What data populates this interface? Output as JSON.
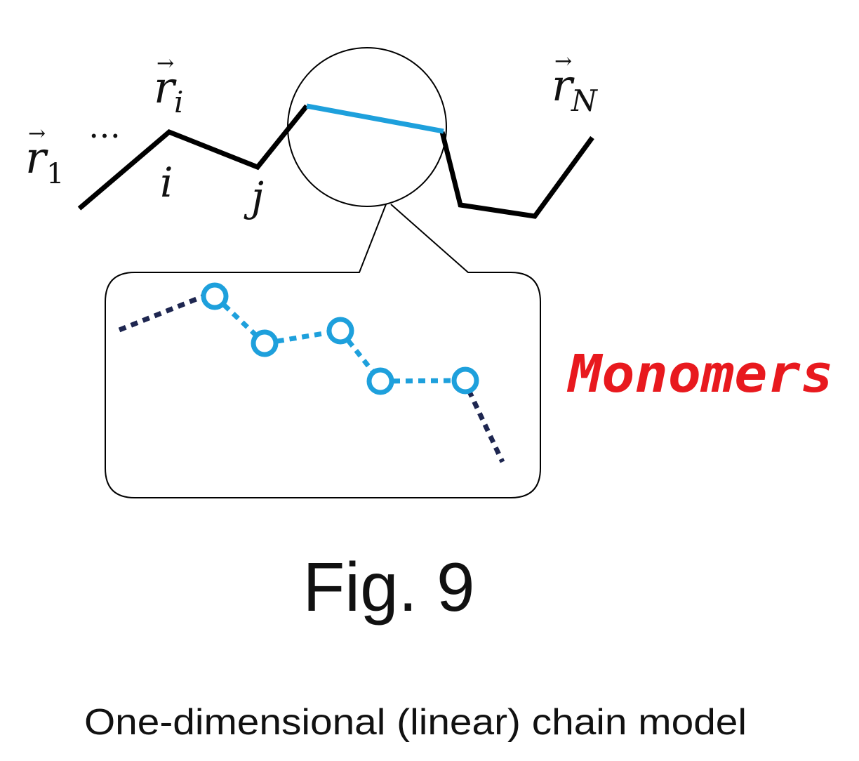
{
  "labels": {
    "r_first": {
      "symbol": "r",
      "subscript": "1"
    },
    "r_i": {
      "symbol": "r",
      "subscript": "i"
    },
    "r_N": {
      "symbol": "r",
      "subscript": "N"
    },
    "ellipsis": "…",
    "index_i": "i",
    "index_j": "j"
  },
  "monomers_label": "Monomers",
  "figure_label": "Fig. 9",
  "caption": "One-dimensional (linear) chain model",
  "colors": {
    "chain": "#000000",
    "highlight_bond": "#1ea0dc",
    "monomer": "#1ea0dc",
    "dotted_chain": "#1e2650",
    "monomers_text": "#e8191e"
  }
}
